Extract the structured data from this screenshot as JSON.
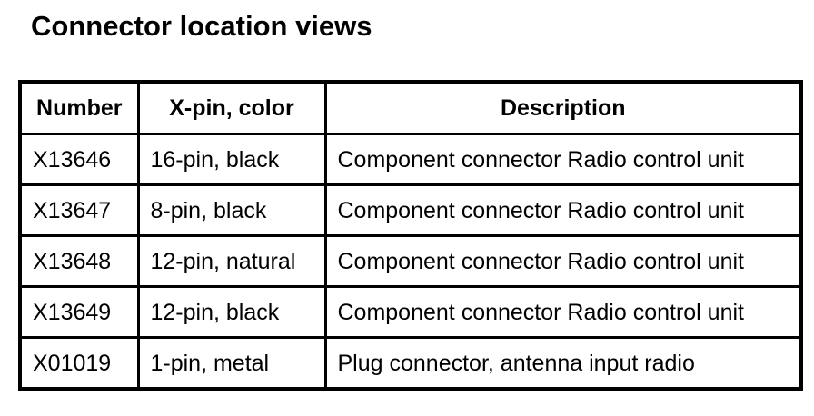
{
  "page": {
    "title": "Connector location views"
  },
  "table": {
    "headers": {
      "number": "Number",
      "pin_color": "X-pin, color",
      "description": "Description"
    },
    "rows": [
      {
        "number": "X13646",
        "pin_color": "16-pin, black",
        "description": "Component connector Radio control unit"
      },
      {
        "number": "X13647",
        "pin_color": "8-pin, black",
        "description": "Component connector Radio control unit"
      },
      {
        "number": "X13648",
        "pin_color": "12-pin, natural",
        "description": "Component connector Radio control unit"
      },
      {
        "number": "X13649",
        "pin_color": "12-pin, black",
        "description": "Component connector Radio control unit"
      },
      {
        "number": "X01019",
        "pin_color": "1-pin, metal",
        "description": "Plug connector, antenna input radio"
      }
    ]
  }
}
